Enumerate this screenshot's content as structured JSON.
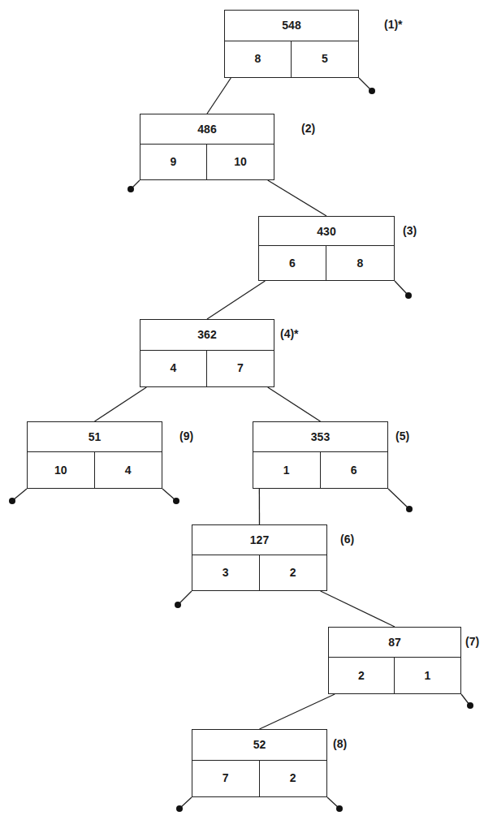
{
  "diagram": {
    "nodes": [
      {
        "text": [
          "548",
          "8",
          "5",
          "(1)*"
        ]
      },
      {
        "text": [
          "486",
          "9",
          "10",
          "(2)"
        ]
      },
      {
        "text": [
          "430",
          "6",
          "8",
          "(3)"
        ]
      },
      {
        "text": [
          "362",
          "4",
          "7",
          "(4)*"
        ]
      },
      {
        "text": [
          "51",
          "10",
          "4",
          "(9)"
        ]
      },
      {
        "text": [
          "353",
          "1",
          "6",
          "(5)"
        ]
      },
      {
        "text": [
          "127",
          "3",
          "2",
          "(6)"
        ]
      },
      {
        "text": [
          "87",
          "2",
          "1",
          "(7)"
        ]
      },
      {
        "text": [
          "52",
          "7",
          "2",
          "(8)"
        ]
      }
    ],
    "edges": [
      {
        "from": 0,
        "to": 1,
        "arrow": "none"
      },
      {
        "from": 1,
        "to": 2,
        "arrow": "none"
      },
      {
        "from": 2,
        "to": 3,
        "arrow": "none"
      },
      {
        "from": 3,
        "to": 4,
        "arrow": "none"
      },
      {
        "from": 3,
        "to": 5,
        "arrow": "none"
      },
      {
        "from": 5,
        "to": 6,
        "arrow": "none"
      },
      {
        "from": 6,
        "to": 7,
        "arrow": "none"
      },
      {
        "from": 7,
        "to": 8,
        "arrow": "none"
      }
    ]
  }
}
